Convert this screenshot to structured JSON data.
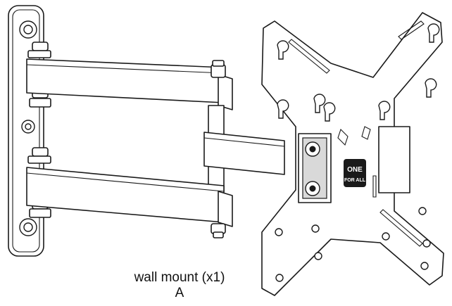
{
  "figure": {
    "caption": "wall mount  (x1)",
    "part_letter": "A",
    "badge_line1": "ONE",
    "badge_line2": "FOR ALL"
  },
  "colors": {
    "line": "#1a1a1a",
    "background": "#ffffff",
    "shade": "#d9d9d9"
  }
}
